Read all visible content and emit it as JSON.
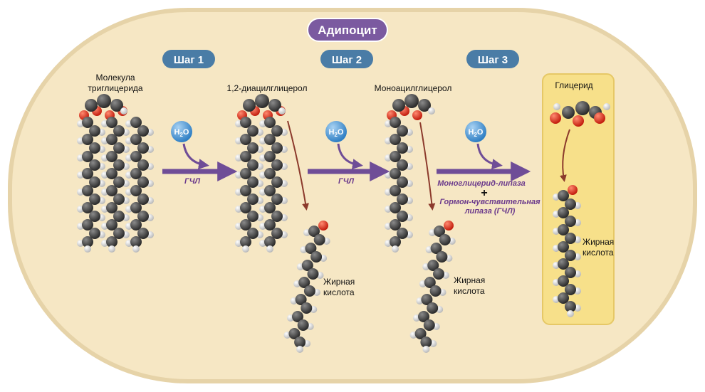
{
  "title": "Адипоцит",
  "steps": [
    "Шаг 1",
    "Шаг 2",
    "Шаг 3"
  ],
  "molecules": {
    "triglyceride": [
      "Молекула",
      "триглицерида"
    ],
    "diacylglycerol": "1,2-диацилглицерол",
    "monoacylglycerol": "Моноацилглицерол",
    "glyceride": "Глицерид"
  },
  "water": {
    "base": "H",
    "sub": "2",
    "tail": "O"
  },
  "enzymes": {
    "step1": "ГЧЛ",
    "step2": "ГЧЛ",
    "step3_a": "Моноглицерид-липаза",
    "plus": "+",
    "step3_b_line1": "Гормон-чувствительная",
    "step3_b_line2": "липаза (ГЧЛ)"
  },
  "fatty_acid": [
    "Жирная",
    "кислота"
  ],
  "colors": {
    "cell_fill": "#f6e7c4",
    "cell_border": "#e3cfa0",
    "title_pill": "#7b5aa0",
    "step_pill": "#4a7ca6",
    "arrow": "#6f4d97",
    "branch_arrow": "#8c3a2c",
    "highlight_panel": "#f7e08a",
    "carbon": "#3a3a3a",
    "hydrogen": "#f2f2f2",
    "oxygen": "#e0301e",
    "water": "#5aa0d8"
  }
}
